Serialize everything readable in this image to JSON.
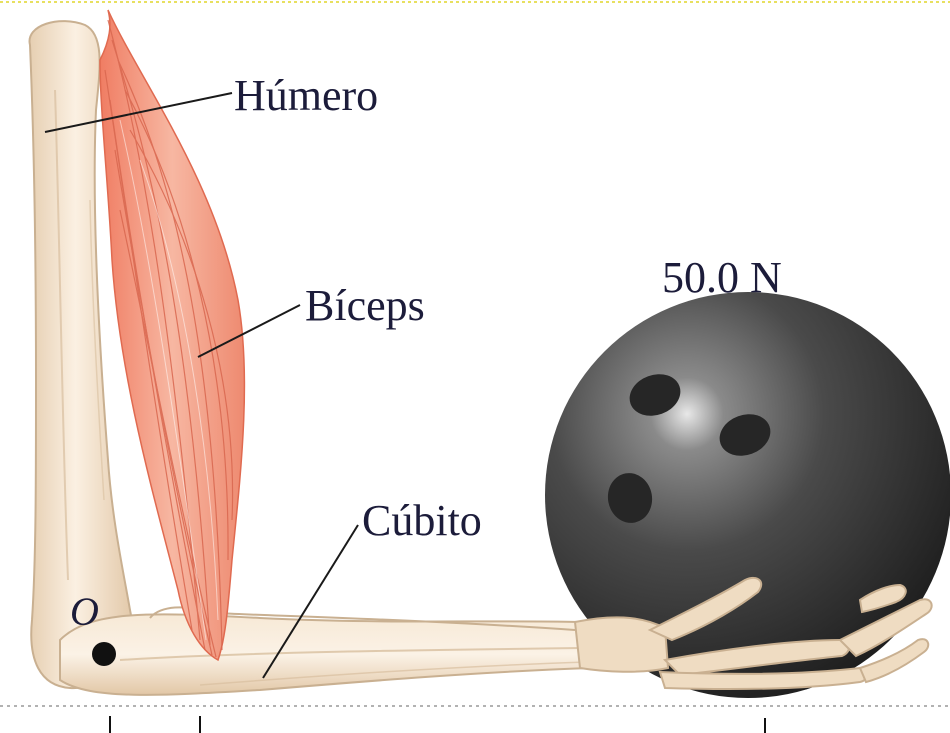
{
  "labels": {
    "humerus": "Húmero",
    "biceps": "Bíceps",
    "ulna": "Cúbito",
    "pivot": "O",
    "weight": "50.0 N"
  },
  "colors": {
    "bone": "#efdcc2",
    "bone_outline": "#c9b091",
    "muscle": "#f2a48e",
    "muscle_fiber": "#d9674f",
    "ball": "#3a3a3a",
    "leader_line": "#1a1a1a",
    "label_text": "#1c1c3a",
    "top_border": "#e8e060"
  }
}
